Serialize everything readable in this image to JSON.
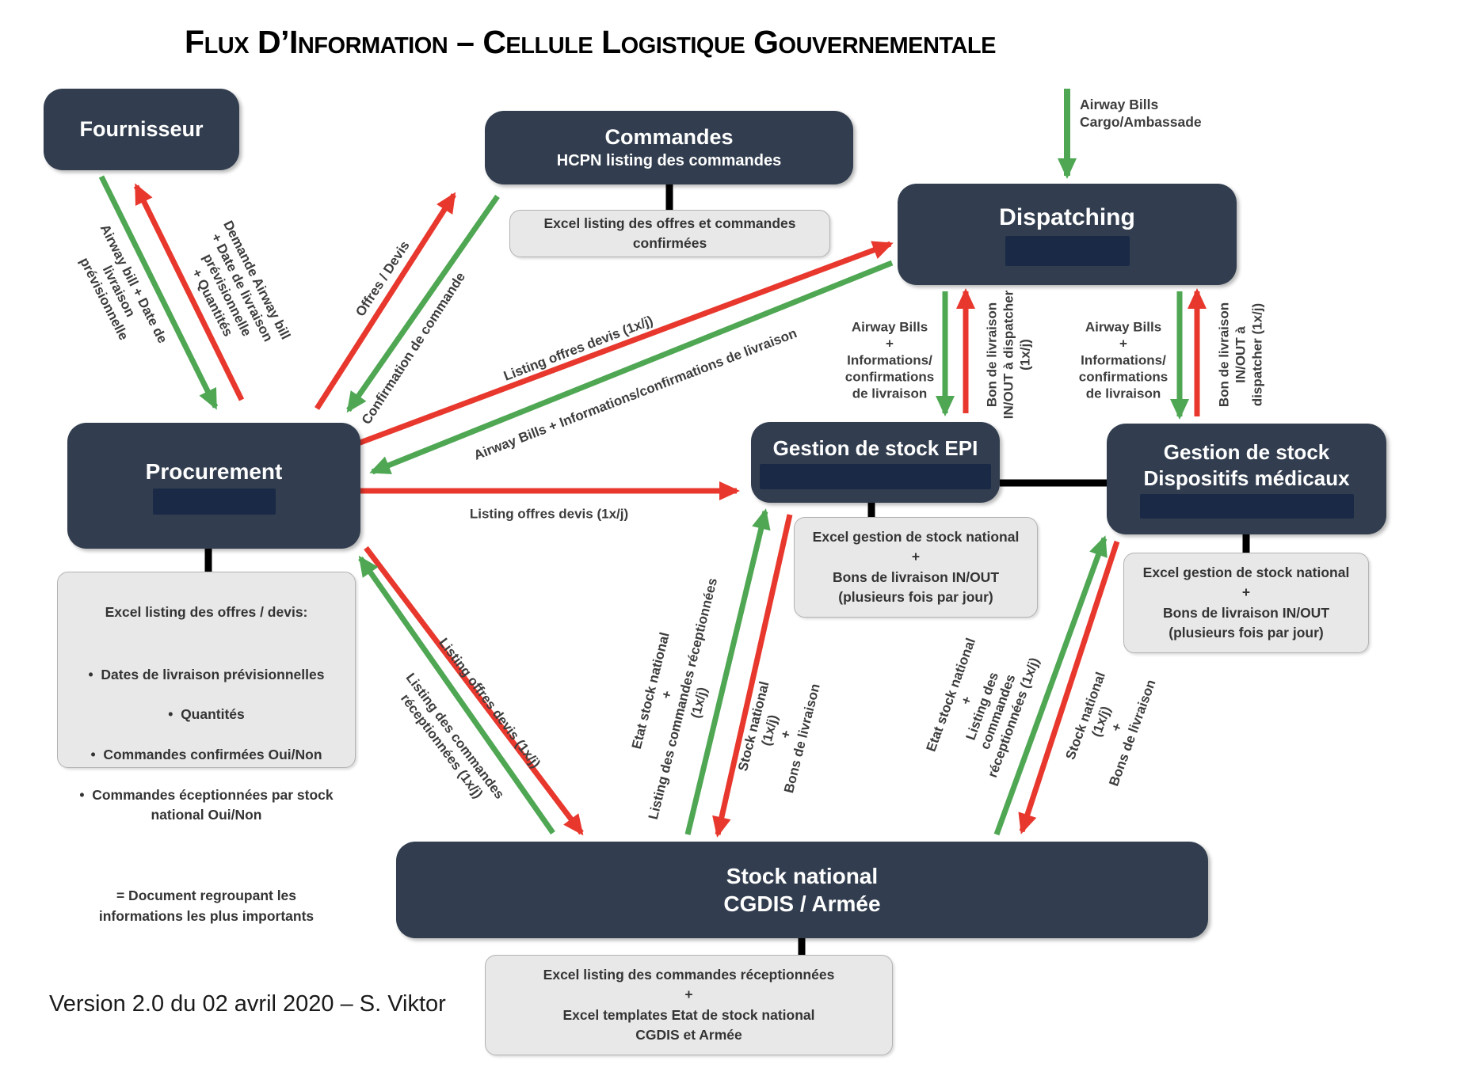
{
  "title": "Flux D’Information – Cellule Logistique Gouvernementale",
  "footer": "Version 2.0 du 02 avril 2020 – S. Viktor",
  "colors": {
    "box_navy": "#323e4f",
    "redacted_navy": "#1a2a46",
    "arrow_red": "#e8382e",
    "arrow_green": "#4fa753",
    "note_gray": "#e8e8e8"
  },
  "nodes": {
    "fournisseur": {
      "title": "Fournisseur"
    },
    "commandes": {
      "title": "Commandes",
      "subtitle": "HCPN listing des commandes"
    },
    "dispatching": {
      "title": "Dispatching"
    },
    "procurement": {
      "title": "Procurement"
    },
    "stock_epi": {
      "title": "Gestion de stock  EPI"
    },
    "stock_med": {
      "title": "Gestion de stock\nDispositifs médicaux"
    },
    "stock_national": {
      "title": "Stock national\nCGDIS / Armée"
    }
  },
  "notes": {
    "commandes": "Excel listing des offres et commandes\nconfirmées",
    "procurement_title": "Excel listing des offres / devis:",
    "procurement_bullets": [
      {
        "text": "Dates de livraison prévisionnelles",
        "bold": ""
      },
      {
        "text": "Quantités",
        "bold": ""
      },
      {
        "text": "Commandes confirmées  ",
        "bold": "Oui/Non"
      },
      {
        "text": "Commandes éceptionnées par stock national ",
        "bold": "Oui/Non"
      }
    ],
    "procurement_footer": "= Document regroupant les\ninformations les plus importants",
    "stock_epi": "Excel gestion de stock national\n+\nBons de livraison IN/OUT\n(plusieurs fois par jour)",
    "stock_med": "Excel gestion de stock national\n+\nBons de livraison IN/OUT\n(plusieurs fois par jour)",
    "stock_national": "Excel listing des commandes réceptionnées\n+\nExcel templates Etat de stock national\nCGDIS et Armée"
  },
  "labels": {
    "fournisseur_in": "Airway bill + Date de livraison\nprévisionnelle",
    "fournisseur_out": "Demande Airway bill\n+ Date de livraison prévisionnelle\n+ Quantités",
    "offres_devis": "Offres / Devis",
    "confirmation_commande": "Confirmation de commande",
    "listing_offres_dispatch": "Listing offres devis (1x/j)",
    "airway_info_dispatch": "Airway Bills + Informations/confirmations de livraison",
    "listing_offres_epi": "Listing offres devis (1x/j)",
    "cargo": "Airway Bills\nCargo/Ambassade",
    "epi_in": "Airway Bills\n+\nInformations/\nconfirmations\nde livraison",
    "epi_out": "Bon de livraison\nIN/OUT à dispatcher\n(1x/j)",
    "med_in": "Airway Bills\n+\nInformations/\nconfirmations\nde livraison",
    "med_out": "Bon de livraison\nIN/OUT à\ndispatcher (1x/j)",
    "stock_listing_offres": "Listing offres devis (1x/j)",
    "stock_listing_receptionnees": "Listing des commandes\nréceptionnées (1x/j)",
    "epi_stock_up": "Etat stock national\n+\nListing des commandes réceptionnées\n(1x/j)",
    "epi_stock_down": "Stock national\n(1x/j)\n+\nBons de livraison",
    "med_stock_up": "Etat stock national\n+\nListing des\ncommandes\nréceptionnées (1x/j)",
    "med_stock_down": "Stock national\n(1x/j)\n+\nBons de livraison"
  }
}
